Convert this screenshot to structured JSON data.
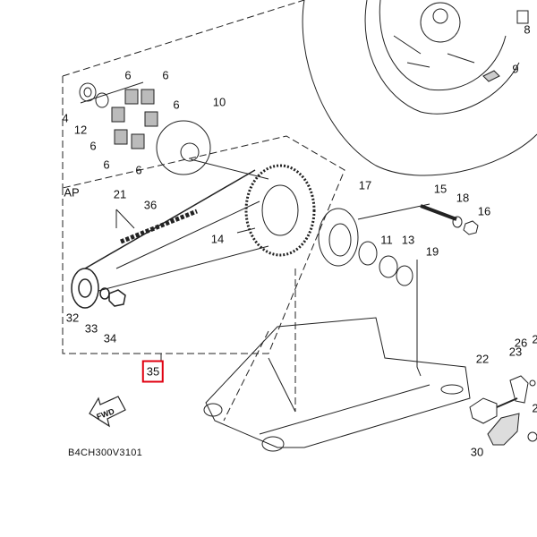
{
  "diagram": {
    "code": "B4CH300V3101",
    "fwd_label": "FWD",
    "group_label": "AP",
    "highlight_color": "#e00010",
    "callouts": [
      {
        "id": "c8",
        "text": "8"
      },
      {
        "id": "c9",
        "text": "9"
      },
      {
        "id": "c4",
        "text": "4"
      },
      {
        "id": "c6a",
        "text": "6"
      },
      {
        "id": "c6b",
        "text": "6"
      },
      {
        "id": "c6c",
        "text": "6"
      },
      {
        "id": "c12",
        "text": "12"
      },
      {
        "id": "c6d",
        "text": "6"
      },
      {
        "id": "c6e",
        "text": "6"
      },
      {
        "id": "c6f",
        "text": "6"
      },
      {
        "id": "c10",
        "text": "10"
      },
      {
        "id": "c17",
        "text": "17"
      },
      {
        "id": "c15",
        "text": "15"
      },
      {
        "id": "c18",
        "text": "18"
      },
      {
        "id": "c16",
        "text": "16"
      },
      {
        "id": "c21",
        "text": "21"
      },
      {
        "id": "c36",
        "text": "36"
      },
      {
        "id": "c14",
        "text": "14"
      },
      {
        "id": "c11",
        "text": "11"
      },
      {
        "id": "c13",
        "text": "13"
      },
      {
        "id": "c19",
        "text": "19"
      },
      {
        "id": "c32",
        "text": "32"
      },
      {
        "id": "c33",
        "text": "33"
      },
      {
        "id": "c34",
        "text": "34"
      },
      {
        "id": "c35",
        "text": "35",
        "highlighted": true
      },
      {
        "id": "c22",
        "text": "22"
      },
      {
        "id": "c23",
        "text": "23"
      },
      {
        "id": "c26",
        "text": "26"
      },
      {
        "id": "c2a",
        "text": "2"
      },
      {
        "id": "c2b",
        "text": "2"
      },
      {
        "id": "c30",
        "text": "30"
      }
    ]
  }
}
